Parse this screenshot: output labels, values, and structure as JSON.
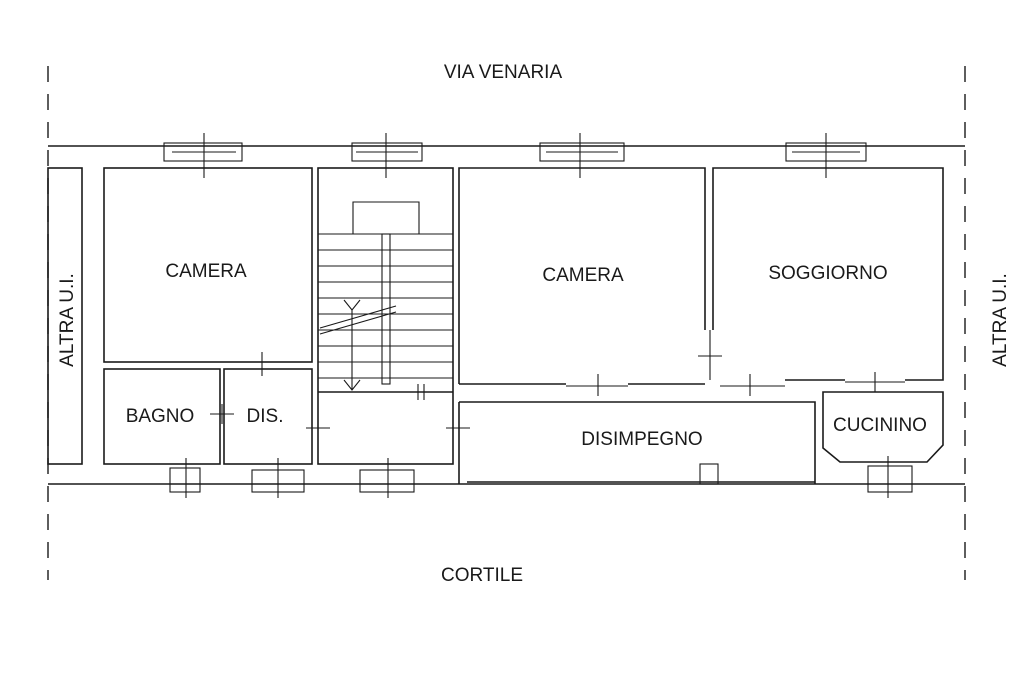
{
  "labels": {
    "street_top": "VIA VENARIA",
    "courtyard_bottom": "CORTILE",
    "adjacent_left": "ALTRA U.I.",
    "adjacent_right": "ALTRA U.I.",
    "room_camera_left": "CAMERA",
    "room_camera_center": "CAMERA",
    "room_soggiorno": "SOGGIORNO",
    "room_bagno": "BAGNO",
    "room_dis": "DIS.",
    "room_disimpegno": "DISIMPEGNO",
    "room_cucinino": "CUCININO"
  }
}
